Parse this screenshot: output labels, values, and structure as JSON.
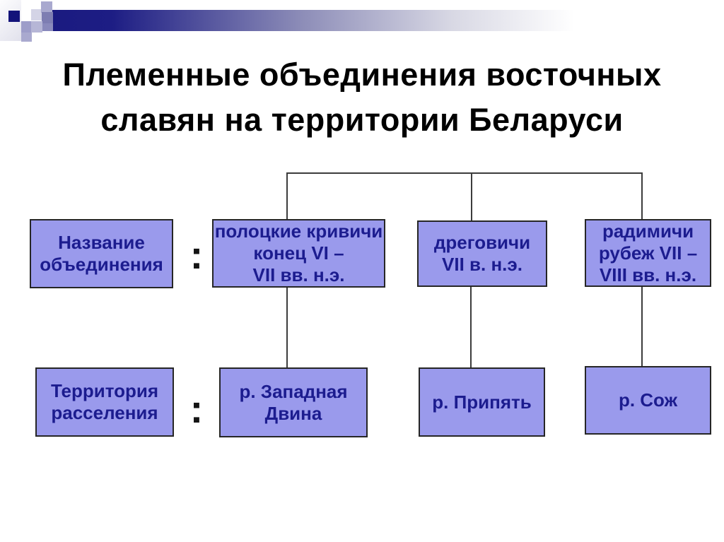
{
  "title": "Племенные объединения восточных\nславян на территории Беларуси",
  "diagram": {
    "colon": ":",
    "rows": [
      {
        "label": "Название\nобъединения",
        "cells": [
          "полоцкие кривичи\nконец VI –\nVII вв. н.э.",
          "дреговичи\nVII в. н.э.",
          "радимичи\nрубеж VII –\nVIII вв. н.э."
        ]
      },
      {
        "label": "Территория\nрасселения",
        "cells": [
          "р. Западная\nДвина",
          "р. Припять",
          "р. Сож"
        ]
      }
    ]
  },
  "colors": {
    "box_fill": "#9a9aec",
    "box_border": "#262626",
    "box_text": "#1c1c8f",
    "bar_navy": "#1a1a80",
    "connector": "#3c3c3c",
    "title_text": "#000000"
  }
}
